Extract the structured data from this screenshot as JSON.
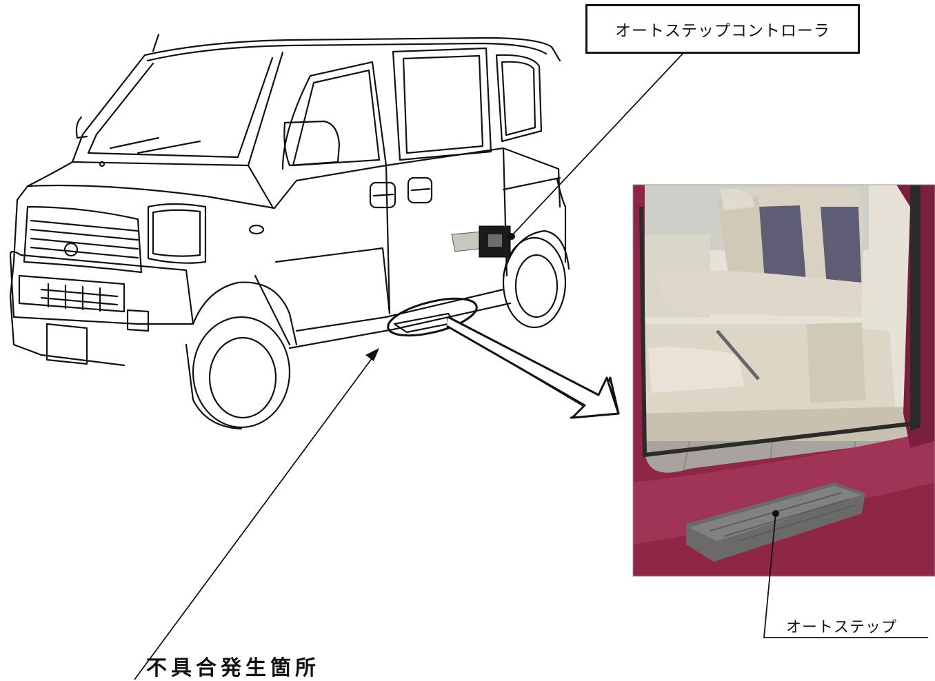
{
  "callouts": {
    "controller": "オートステップコントローラ",
    "step": "オートステップ",
    "defect_location": "不具合発生箇所"
  },
  "illustration": {
    "van_icon": "van-line-drawing",
    "photo_icon": "auto-step-photo"
  },
  "colors": {
    "line": "#111111",
    "photo_body": "#8e2646",
    "photo_seat": "#d9d3c4",
    "photo_ground": "#a8a39c"
  }
}
